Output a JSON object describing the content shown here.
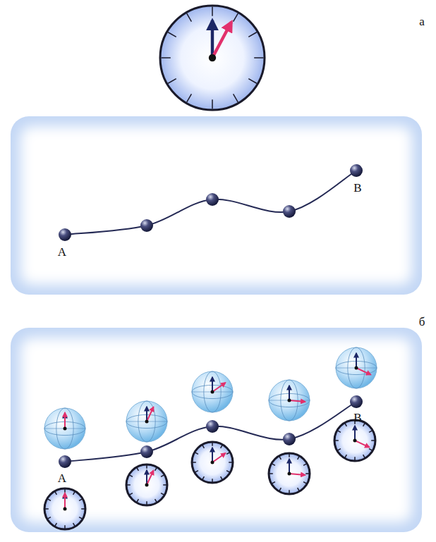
{
  "diagram": {
    "labels": [
      "а",
      "A",
      "B",
      "б",
      "A",
      "B"
    ]
  }
}
